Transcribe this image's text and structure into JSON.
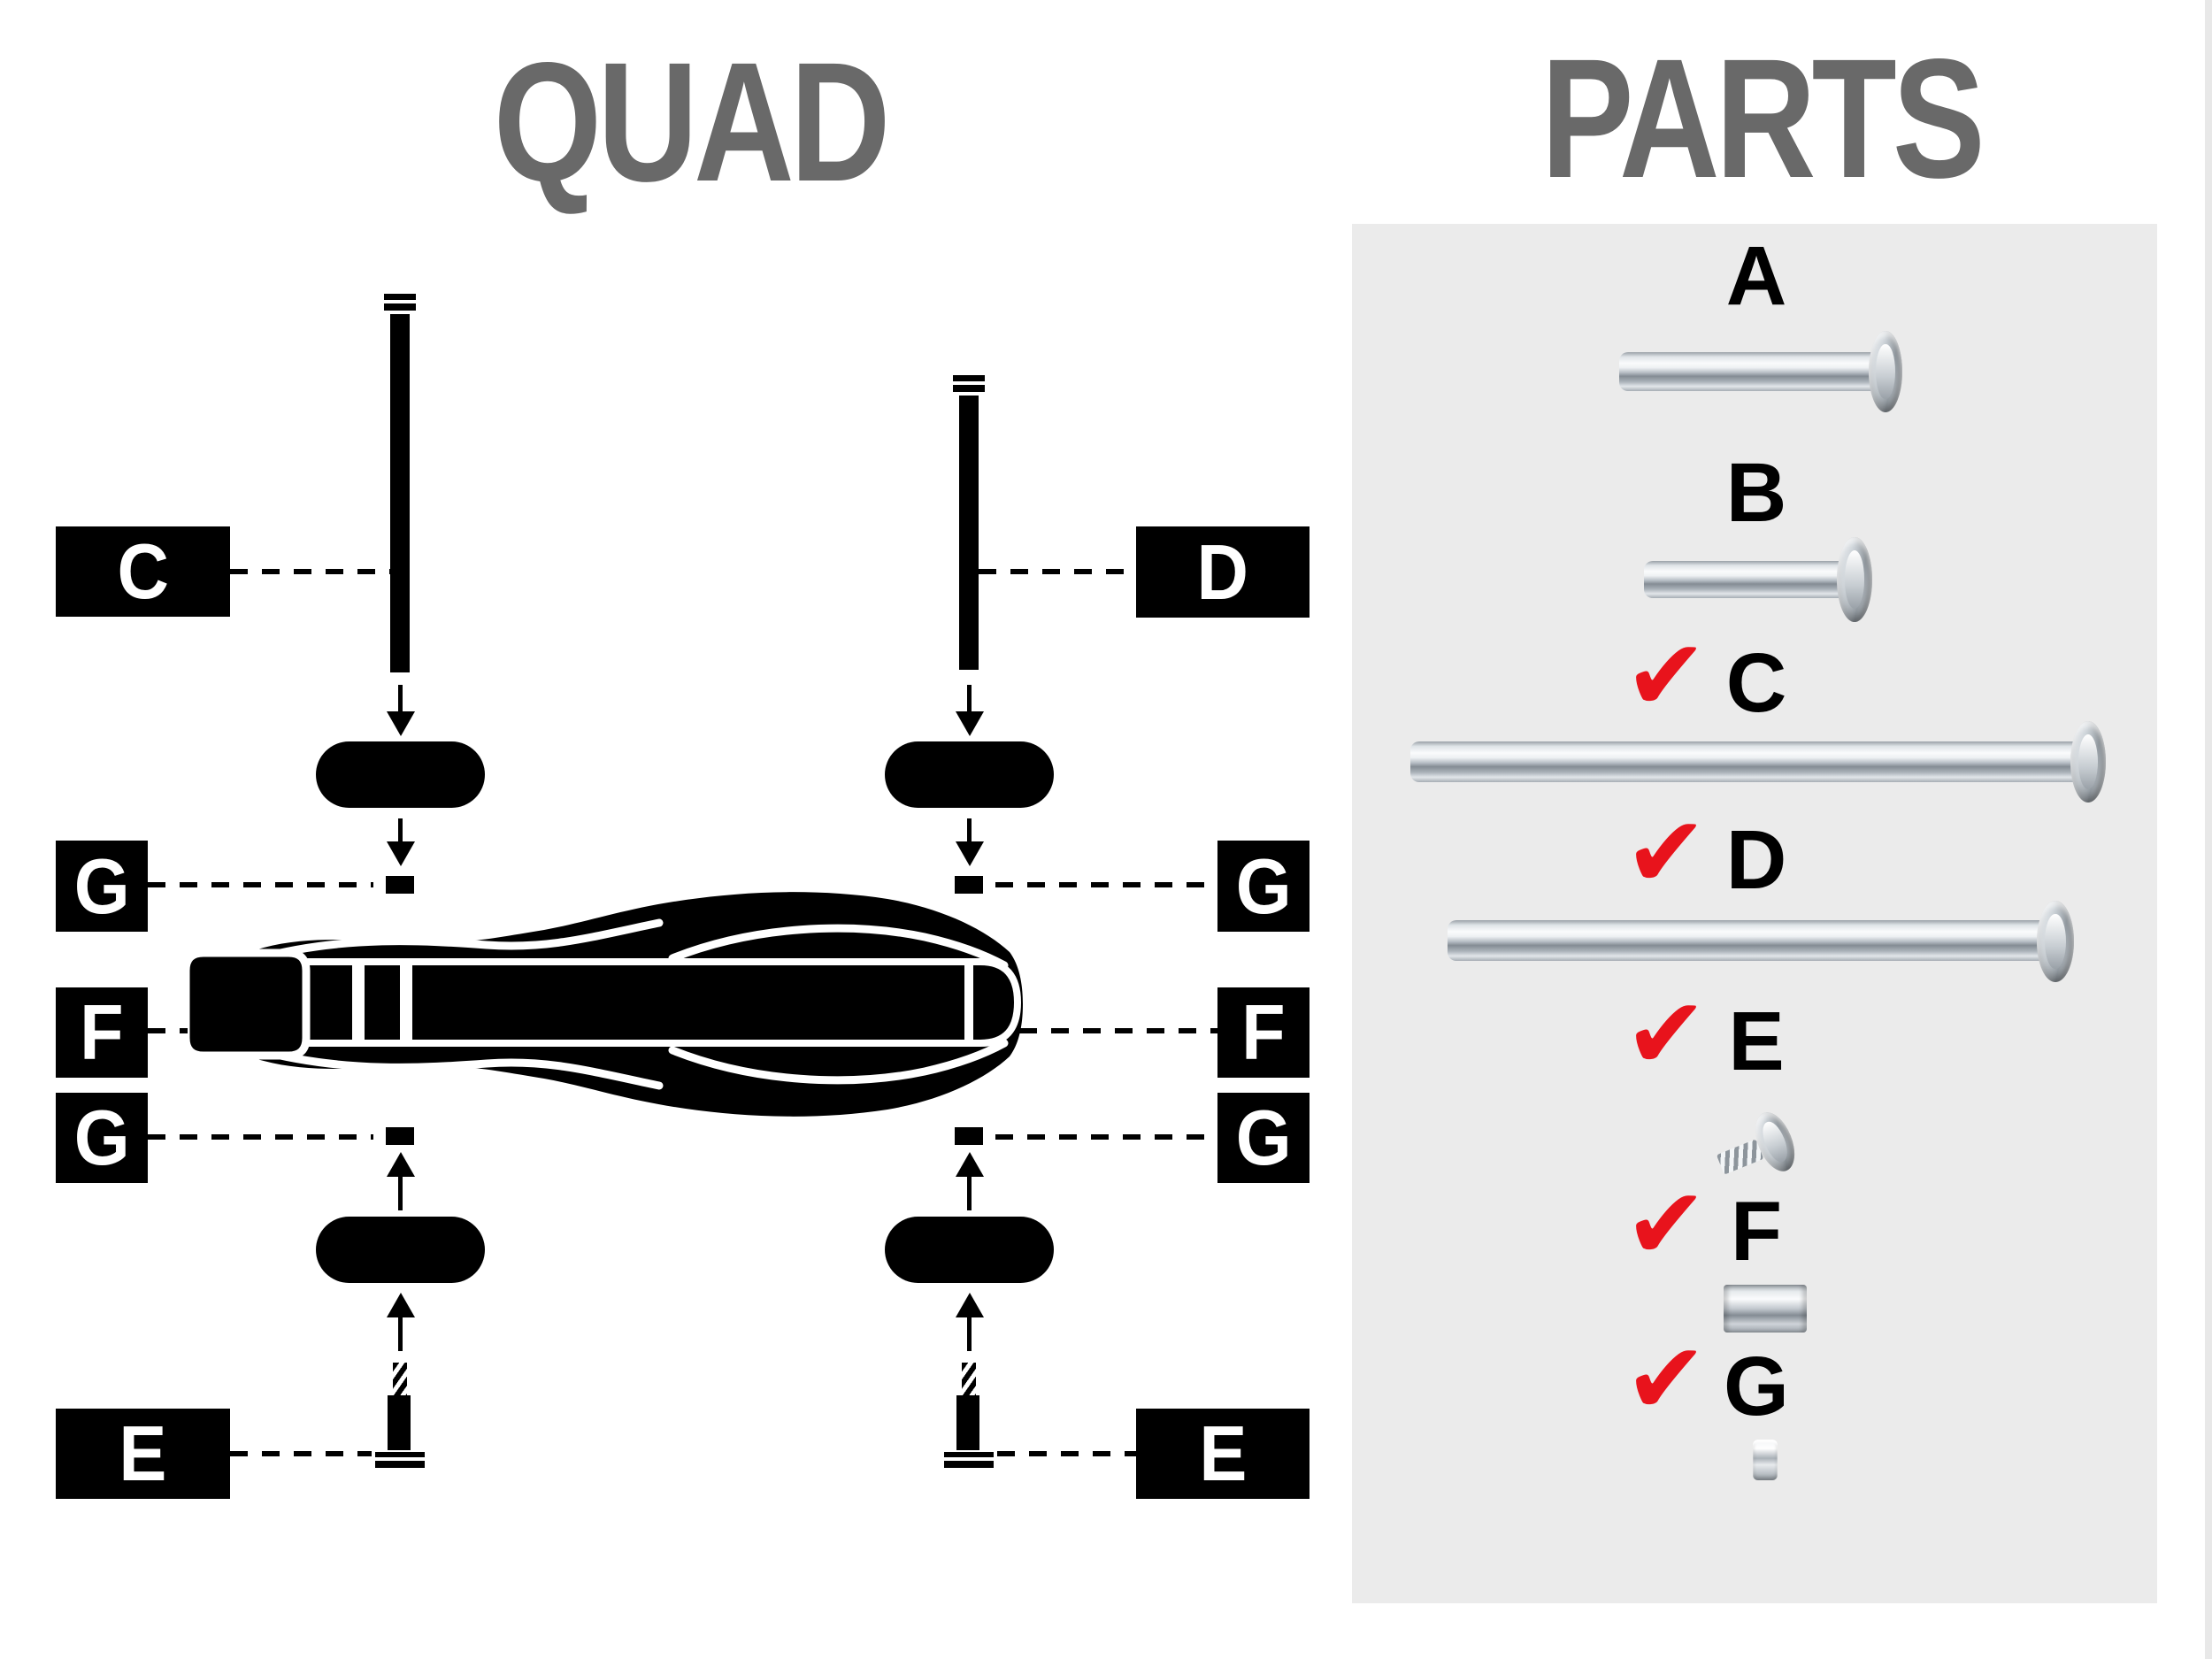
{
  "titles": {
    "left": "QUAD",
    "right": "PARTS"
  },
  "colors": {
    "title_gray": "#696969",
    "panel_bg": "#ebebeb",
    "check_red": "#e8131c",
    "ink": "#000000",
    "background": "#ffffff"
  },
  "diagram": {
    "callouts": [
      {
        "letter": "C",
        "side": "left"
      },
      {
        "letter": "D",
        "side": "right"
      },
      {
        "letter": "G",
        "side": "left"
      },
      {
        "letter": "G",
        "side": "right"
      },
      {
        "letter": "F",
        "side": "left"
      },
      {
        "letter": "F",
        "side": "right"
      },
      {
        "letter": "G",
        "side": "left"
      },
      {
        "letter": "G",
        "side": "right"
      },
      {
        "letter": "E",
        "side": "left"
      },
      {
        "letter": "E",
        "side": "right"
      }
    ]
  },
  "parts": {
    "check_glyph": "✔",
    "items": [
      {
        "letter": "A",
        "checked": false,
        "graphic": "long pin with flange head"
      },
      {
        "letter": "B",
        "checked": false,
        "graphic": "short pin with flange head"
      },
      {
        "letter": "C",
        "checked": true,
        "graphic": "extra long axle with flange head"
      },
      {
        "letter": "D",
        "checked": true,
        "graphic": "long axle with flange head"
      },
      {
        "letter": "E",
        "checked": true,
        "graphic": "small screw with flange head"
      },
      {
        "letter": "F",
        "checked": true,
        "graphic": "metal spacer tube"
      },
      {
        "letter": "G",
        "checked": true,
        "graphic": "small metal spacer"
      }
    ]
  }
}
